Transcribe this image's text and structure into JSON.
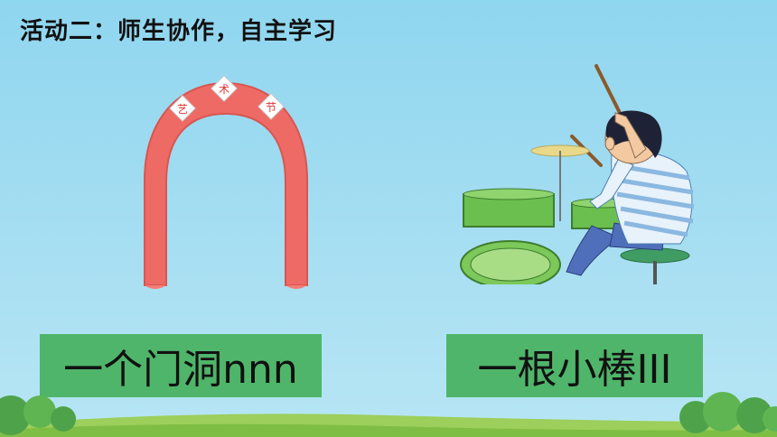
{
  "slide": {
    "title": "活动二：师生协作，自主学习",
    "arch_banner_chars": [
      "艺",
      "术",
      "节"
    ],
    "cards": [
      {
        "text": "一个门洞nnn"
      },
      {
        "text": "一根小棒III"
      }
    ]
  },
  "colors": {
    "background": "#a6def2",
    "card_green": "#4fb56a",
    "arch_red": "#ee6b65"
  },
  "icons": [
    "arch-illustration",
    "drummer-illustration",
    "bush-icon"
  ]
}
